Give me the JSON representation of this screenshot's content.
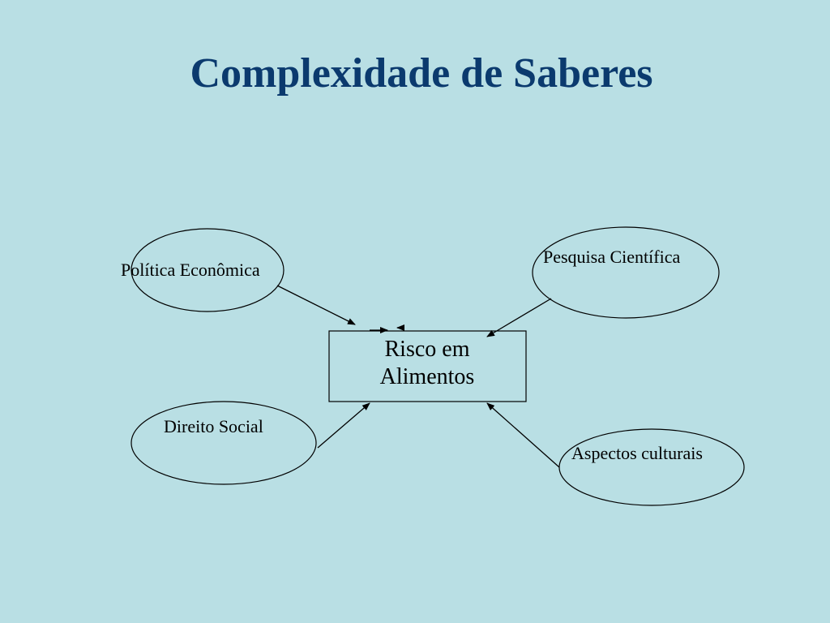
{
  "slide": {
    "title": "Complexidade de Saberes",
    "background_color": "#B9DFE4",
    "title_color": "#0B3A6E",
    "line_color": "#000000"
  },
  "diagram": {
    "center": {
      "line1": "Risco em",
      "line2": "Alimentos"
    },
    "nodes": {
      "politica": "Política Econômica",
      "pesquisa": "Pesquisa Científica",
      "direito": "Direito Social",
      "aspectos": "Aspectos culturais"
    }
  }
}
